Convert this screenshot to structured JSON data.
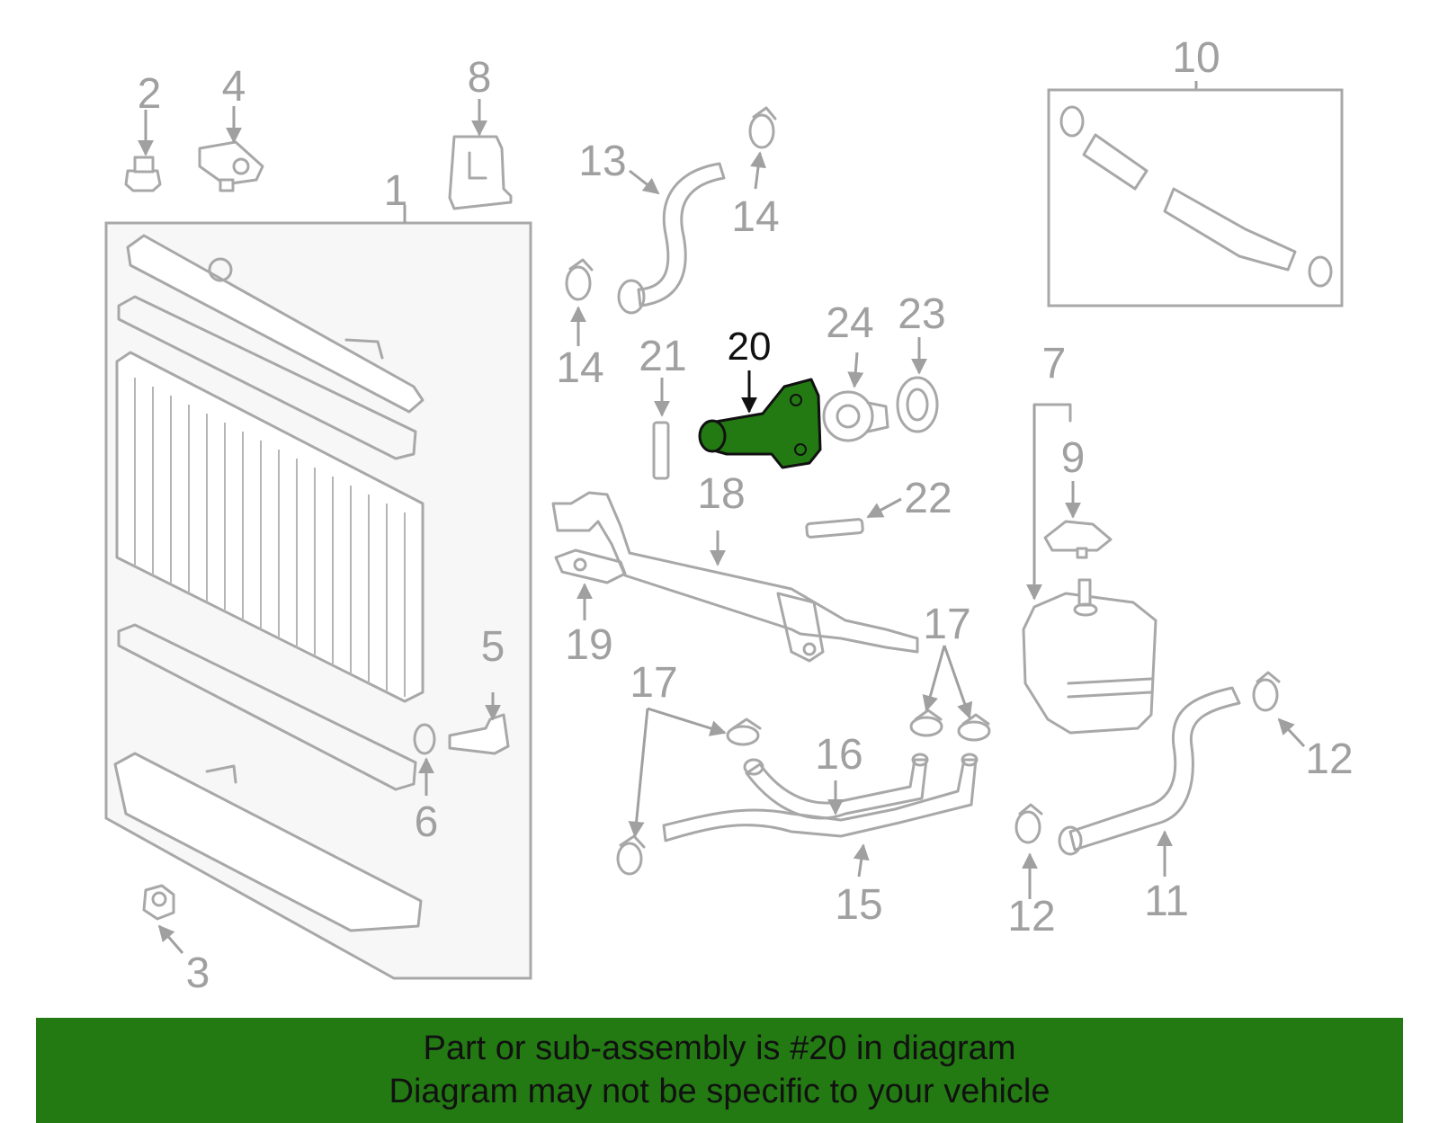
{
  "callouts": {
    "c1": "1",
    "c2": "2",
    "c3": "3",
    "c4": "4",
    "c5": "5",
    "c6": "6",
    "c7": "7",
    "c8": "8",
    "c9": "9",
    "c10": "10",
    "c11": "11",
    "c12a": "12",
    "c12b": "12",
    "c13": "13",
    "c14a": "14",
    "c14b": "14",
    "c15": "15",
    "c16": "16",
    "c17a": "17",
    "c17b": "17",
    "c18": "18",
    "c19": "19",
    "c20": "20",
    "c21": "21",
    "c22": "22",
    "c23": "23",
    "c24": "24"
  },
  "highlight": {
    "part": "20",
    "color": "#237a13"
  },
  "banner": {
    "line1": "Part or sub-assembly is #20 in diagram",
    "line2": "Diagram may not be specific to your vehicle",
    "background": "#237a13"
  }
}
